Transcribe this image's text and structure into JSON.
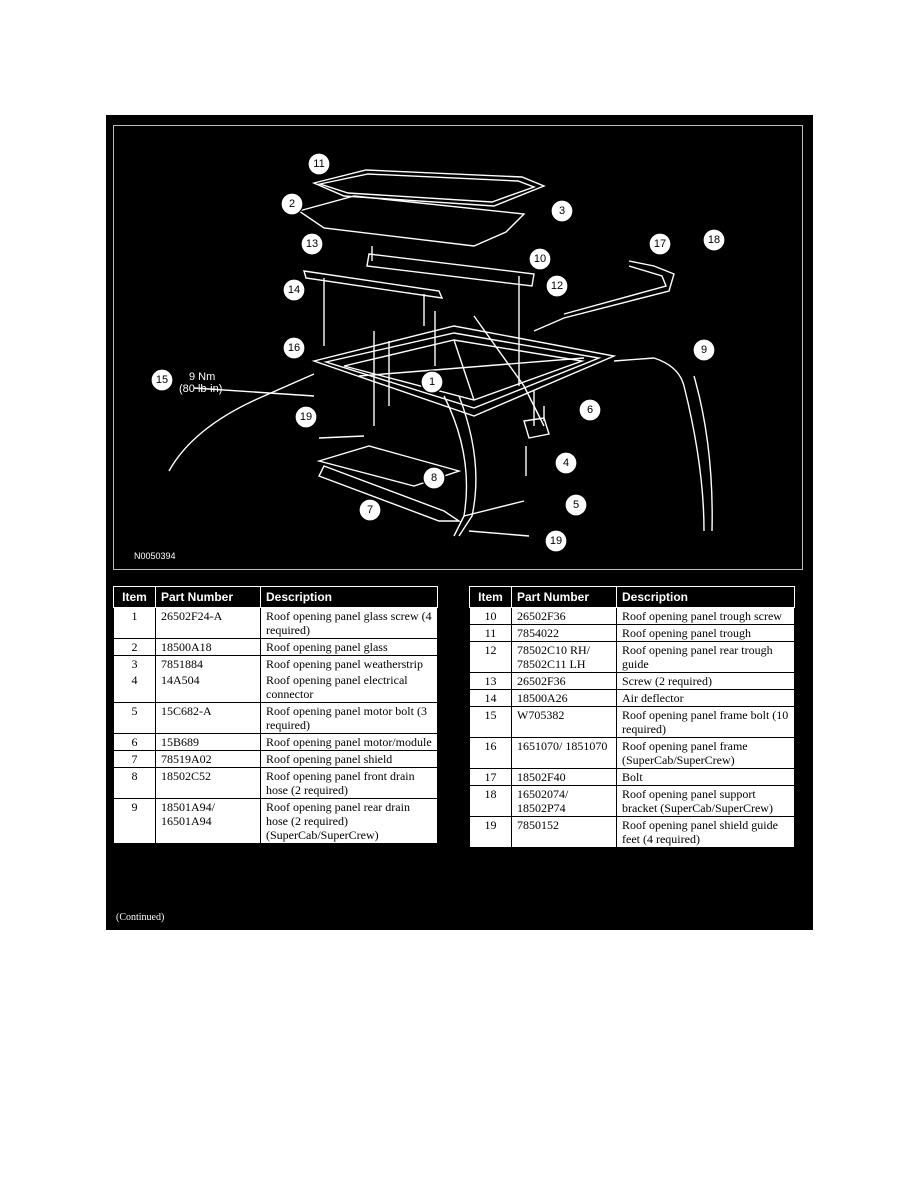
{
  "figure": {
    "figure_id": "N0050394",
    "torque_callout": {
      "value": "9 Nm",
      "alt": "(80 lb-in)"
    },
    "callouts": [
      "11",
      "2",
      "3",
      "13",
      "14",
      "10",
      "12",
      "17",
      "18",
      "16",
      "15",
      "1",
      "9",
      "6",
      "19",
      "4",
      "8",
      "5",
      "7",
      "19"
    ]
  },
  "table_headers": {
    "item": "Item",
    "part_number": "Part Number",
    "description": "Description"
  },
  "parts_left": [
    {
      "item": "1",
      "part_number": "26502F24-A",
      "description": "Roof opening panel glass screw (4 required)"
    },
    {
      "item": "2",
      "part_number": "18500A18",
      "description": "Roof opening panel glass"
    },
    {
      "item": "3",
      "part_number": "7851884",
      "description": "Roof opening panel weatherstrip"
    },
    {
      "item": "4",
      "part_number": "14A504",
      "description": "Roof opening panel electrical connector"
    },
    {
      "item": "5",
      "part_number": "15C682-A",
      "description": "Roof opening panel motor bolt (3 required)"
    },
    {
      "item": "6",
      "part_number": "15B689",
      "description": "Roof opening panel motor/module"
    },
    {
      "item": "7",
      "part_number": "78519A02",
      "description": "Roof opening panel shield"
    },
    {
      "item": "8",
      "part_number": "18502C52",
      "description": "Roof opening panel front drain hose (2 required)"
    },
    {
      "item": "9",
      "part_number": "18501A94/ 16501A94",
      "description": "Roof opening panel rear drain hose (2 required) (SuperCab/SuperCrew)"
    }
  ],
  "parts_right": [
    {
      "item": "10",
      "part_number": "26502F36",
      "description": "Roof opening panel trough screw"
    },
    {
      "item": "11",
      "part_number": "7854022",
      "description": "Roof opening panel trough"
    },
    {
      "item": "12",
      "part_number": "78502C10 RH/ 78502C11 LH",
      "description": "Roof opening panel rear trough guide"
    },
    {
      "item": "13",
      "part_number": "26502F36",
      "description": "Screw (2 required)"
    },
    {
      "item": "14",
      "part_number": "18500A26",
      "description": "Air deflector"
    },
    {
      "item": "15",
      "part_number": "W705382",
      "description": "Roof opening panel frame bolt (10 required)"
    },
    {
      "item": "16",
      "part_number": "1651070/ 1851070",
      "description": "Roof opening panel frame (SuperCab/SuperCrew)"
    },
    {
      "item": "17",
      "part_number": "18502F40",
      "description": "Bolt"
    },
    {
      "item": "18",
      "part_number": "16502074/ 18502P74",
      "description": "Roof opening panel support bracket (SuperCab/SuperCrew)"
    },
    {
      "item": "19",
      "part_number": "7850152",
      "description": "Roof opening panel shield guide feet (4 required)"
    }
  ],
  "footer_note": "(Continued)"
}
